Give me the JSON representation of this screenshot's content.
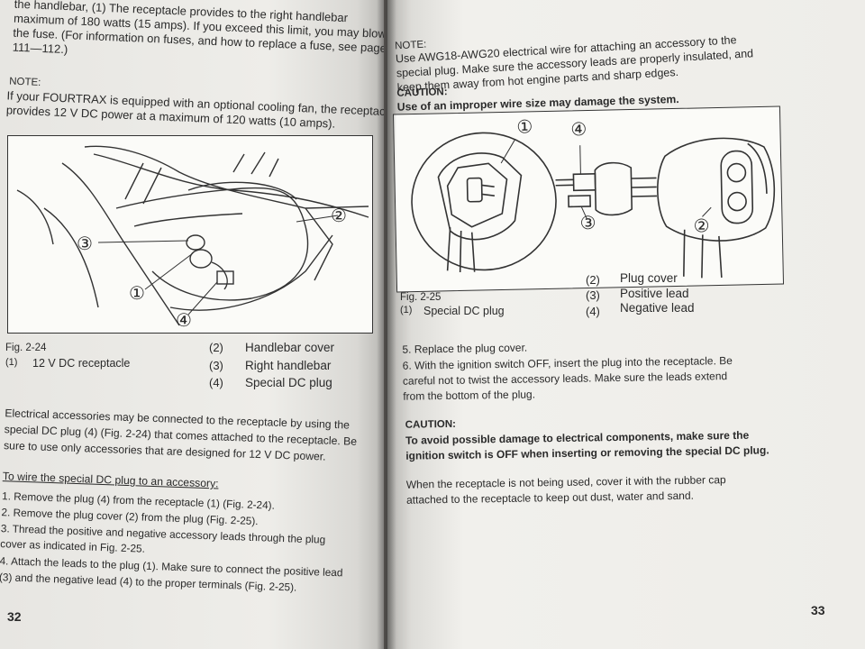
{
  "left_page": {
    "top_lines": [
      "the handlebar, (1) The receptacle provides to the right handlebar",
      "maximum of 180 watts (15 amps). If you exceed this limit, you may blow",
      "the fuse. (For information on fuses, and how to replace a fuse, see pages",
      "111—112.)"
    ],
    "note_label": "NOTE:",
    "note_lines": [
      "If your FOURTRAX is equipped with an optional cooling fan, the receptacle",
      "provides 12 V DC power at a maximum of 120 watts (10 amps)."
    ],
    "figure": {
      "callouts": [
        "①",
        "②",
        "③",
        "④"
      ],
      "caption": "Fig. 2-24",
      "legend": [
        {
          "num": "(1)",
          "label": "12 V DC receptacle"
        },
        {
          "num": "(2)",
          "label": "Handlebar cover"
        },
        {
          "num": "(3)",
          "label": "Right handlebar"
        },
        {
          "num": "(4)",
          "label": "Special DC plug"
        }
      ]
    },
    "body_lines": [
      "Electrical accessories may be connected to the receptacle by using the",
      "special DC plug (4) (Fig. 2-24) that comes attached to the receptacle. Be",
      "sure to use only accessories that are designed for 12 V DC power."
    ],
    "procedure_title": "To wire the special DC plug to an accessory:",
    "steps": [
      "1. Remove the plug (4) from the receptacle (1) (Fig. 2-24).",
      "2. Remove the plug cover (2) from the plug (Fig. 2-25).",
      "3. Thread the positive and negative accessory leads through the plug",
      "    cover as indicated in Fig. 2-25.",
      "4. Attach the leads to the plug (1). Make sure to connect the positive lead",
      "    (3) and the negative lead (4) to the proper terminals (Fig. 2-25)."
    ],
    "page_number": "32"
  },
  "right_page": {
    "note_label": "NOTE:",
    "note_lines": [
      "Use AWG18-AWG20 electrical wire for attaching an accessory to the",
      "special plug. Make sure the accessory leads are properly insulated, and",
      "keep them away from hot engine parts and sharp edges."
    ],
    "caution1_label": "CAUTION:",
    "caution1_text": "Use of an improper wire size may damage the system.",
    "figure": {
      "callouts": [
        "①",
        "②",
        "③",
        "④"
      ],
      "caption": "Fig. 2-25",
      "legend": [
        {
          "num": "(1)",
          "label": "Special DC plug"
        },
        {
          "num": "(2)",
          "label": "Plug cover"
        },
        {
          "num": "(3)",
          "label": "Positive lead"
        },
        {
          "num": "(4)",
          "label": "Negative lead"
        }
      ]
    },
    "steps": [
      "5. Replace the plug cover.",
      "6. With the ignition switch OFF, insert the plug into the receptacle. Be",
      "    careful not to twist the accessory leads. Make sure the leads extend",
      "    from the bottom of the plug."
    ],
    "caution2_label": "CAUTION:",
    "caution2_lines": [
      "To avoid possible damage to electrical components, make sure the",
      "ignition switch is OFF when inserting or removing the special DC plug."
    ],
    "closing_lines": [
      "When the receptacle is not being used, cover it with the rubber cap",
      "attached to the receptacle to keep out dust, water and sand."
    ],
    "page_number": "33"
  }
}
